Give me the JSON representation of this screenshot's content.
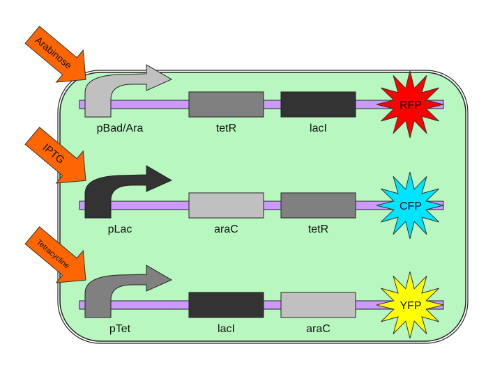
{
  "diagram": {
    "title": "",
    "cell_color": "#b8f8c0",
    "dna_color": "#cc99ff",
    "inducer_color": "#ff6600",
    "gene_colors": {
      "tetR": "#808080",
      "lacI": "#333333",
      "araC": "#c0c0c0"
    },
    "rows": [
      {
        "inducer": "Arabinose",
        "promoter": "pBad/Ara",
        "promoter_color": "#c0c0c0",
        "genes": [
          {
            "name": "tetR",
            "color": "#808080"
          },
          {
            "name": "lacI",
            "color": "#333333"
          }
        ],
        "reporter": "RFP",
        "reporter_color": "#ff0000"
      },
      {
        "inducer": "IPTG",
        "promoter": "pLac",
        "promoter_color": "#333333",
        "genes": [
          {
            "name": "araC",
            "color": "#c0c0c0"
          },
          {
            "name": "tetR",
            "color": "#808080"
          }
        ],
        "reporter": "CFP",
        "reporter_color": "#00e5ff"
      },
      {
        "inducer": "Tetracycline",
        "promoter": "pTet",
        "promoter_color": "#808080",
        "genes": [
          {
            "name": "lacI",
            "color": "#333333"
          },
          {
            "name": "araC",
            "color": "#c0c0c0"
          }
        ],
        "reporter": "YFP",
        "reporter_color": "#ffff00"
      }
    ]
  }
}
